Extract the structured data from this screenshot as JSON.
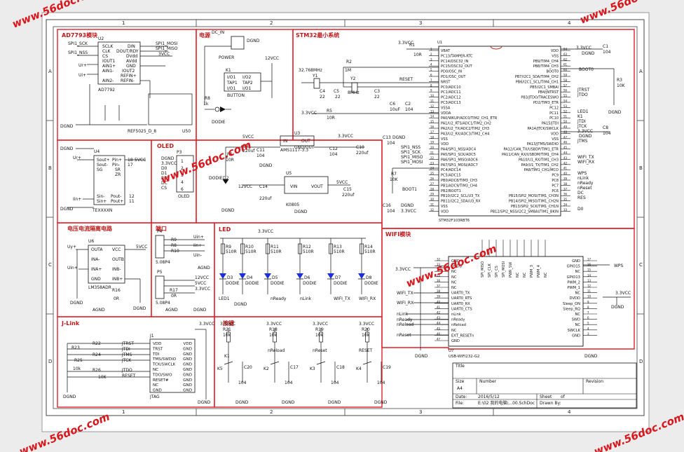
{
  "sheet": {
    "col_labels": [
      "1",
      "2",
      "3",
      "4"
    ],
    "row_labels": [
      "A",
      "B",
      "C",
      "D"
    ]
  },
  "sections": {
    "ad7793": "AD7793模块",
    "power": "电源",
    "stm32": "STM32最小系统",
    "oled": "OLED",
    "port": "端口",
    "led": "LED",
    "wifi": "WIFI模块",
    "iv": "电压电流隔离电路",
    "jlink": "J-Link",
    "keys": "按键"
  },
  "chips": {
    "u1": {
      "ref": "U1",
      "part": "STM32F103RBT6",
      "left_pins": [
        "VBAT",
        "PC13/TAMPER-RTC",
        "PC14/OSC32_IN",
        "PC15/OSC32_OUT",
        "PD0/OSC_IN",
        "PD1/OSC_OUT",
        "NRST",
        "PC0/ADC10",
        "PC1/ADC11",
        "PC2/ADC12",
        "PC3/ADC13",
        "VSSA",
        "VDDA",
        "PA0/WKUP/ADC0/TIM2_CH1_ETR",
        "PA1/U2_RTS/ADC1/TIM2_CH2",
        "PA2/U2_TX/ADC2/TIM2_CH3",
        "PA3/U2_RX/ADC3/TIM2_CH4",
        "VSS",
        "VDD",
        "PA4/SPI1_NSS/ADC4",
        "PA5/SPI1_SCK/ADC5",
        "PA6/SPI1_MISO/ADC6",
        "PA7/SPI1_MOSI/ADC7",
        "PC4/ADC14",
        "PC5/ADC15",
        "PB0/ADC8/TIM3_CH3",
        "PB1/ADC9/TIM3_CH4",
        "PB2/BOOT1",
        "PB10/I2C2_SCL/U3_TX",
        "PB11/I2C2_SDA/U3_RX",
        "VSS",
        "VDD"
      ],
      "right_pins": [
        "VDD",
        "VSS",
        "PB9/TIM4_CH4",
        "PB8/TIM4_CH3",
        "BOOT0",
        "PB7/I2C1_SDA/TIM4_CH2",
        "PB6/I2C1_SCL/TIM4_CH1",
        "PB5/I2C1_SMBAl",
        "PB4/JNTRST",
        "PB3/JTDO/TRACESWO",
        "PD2/TIM3_ETR",
        "PC12",
        "PC11",
        "PC10",
        "PA15/JTDI",
        "PA14/JTCK/SWCLK",
        "VDD",
        "VSS",
        "PA13/JTMS/SWDIO",
        "PA12/CAN_TX/USBDP/TIM1_ETR",
        "PA11/CAN_RX/USBDM/TIM1_CH4",
        "PA10/U1_RX/TIM1_CH3",
        "PA9/U1_TX/TIM1_CH2",
        "PA8/TIM1_CH1/MCO",
        "PC9",
        "PC8",
        "PC7",
        "PC6",
        "PB15/SPI2_MOSI/TIM1_CH3N",
        "PB14/SPI2_MISO/TIM1_CH2N",
        "PB13/SPI2_SCK/TIM1_CH1N",
        "PB12/SPI2_NSS/I2C2_SMBAl/TIM1_BKIN"
      ]
    },
    "u2": {
      "ref": "U2",
      "part": "AD7792",
      "left": [
        "SCLK",
        "CLK",
        "CS",
        "IOUT1",
        "AIN1+",
        "AIN1-",
        "AIN2-"
      ],
      "right": [
        "DIN",
        "DOUT/RDY",
        "DVdd",
        "AVdd",
        "GND",
        "IOUT2",
        "REFIN+",
        "REFIN-"
      ]
    },
    "u3": {
      "ref": "U3",
      "part": "AMS1117-3.3",
      "pins": [
        "IN",
        "OUT",
        "GND/OUT"
      ]
    },
    "u4": {
      "ref": "U4",
      "part": "TEXXXXN",
      "left": [
        "Sout+",
        "Sout-",
        "SG",
        "Sin-",
        "Sin+"
      ],
      "right": [
        "Pin+",
        "Pin-",
        "SR",
        "ZR",
        "Pout-",
        "Pout+"
      ]
    },
    "u5": {
      "ref": "U5",
      "part": "K0805",
      "pins": [
        "VIN",
        "VOUT"
      ]
    },
    "u6": {
      "ref": "U6",
      "part": "LM358ADR",
      "left": [
        "OUTA",
        "INA-",
        "INA+",
        "GND"
      ],
      "right": [
        "VCC",
        "OUTB",
        "INB-",
        "INB+"
      ]
    },
    "u7": {
      "ref": "U7",
      "part": "USB-WIFI232-G2",
      "left": [
        "GND",
        "DVDD",
        "NC",
        "NC",
        "NC",
        "NC",
        "UART0_TX",
        "UART0_RTS",
        "UART0_RX",
        "UART0_CTS",
        "nLink",
        "nReady",
        "nReload",
        "NC",
        "EXT_RESETn",
        "GND"
      ],
      "right": [
        "GND",
        "GPIO15",
        "NC",
        "GPIO13",
        "PWM_2",
        "PWM_1",
        "NC",
        "DVDD",
        "Sleep_ON",
        "Sleep_RQ",
        "NC",
        "SWD",
        "NC",
        "SWCLK",
        "GND"
      ],
      "top": [
        "SPI_MISO",
        "SPI_CLK",
        "SPI_CS",
        "SPI_MOSI",
        "PWR_SW",
        "NC",
        "NC",
        "PWM_3",
        "PWM_4",
        "NC"
      ]
    },
    "u50": {
      "ref": "U50",
      "part": "REF5025_D_8"
    },
    "j1": {
      "ref": "J1",
      "part": "JTAG",
      "left": [
        "VDD",
        "TRST",
        "TDI",
        "TMS/SWDIO",
        "TCK/SWCLK",
        "NC",
        "TDO/SWO",
        "RESET#",
        "NC",
        "GND"
      ],
      "right": [
        "VDD",
        "GND",
        "GND",
        "GND",
        "GND",
        "GND",
        "GND",
        "GND",
        "GND",
        "GND"
      ]
    }
  },
  "labels": {
    "ad7793_side": [
      "SPI1_SCK",
      "SPI1_NSS",
      "Ur+",
      "Ui+"
    ],
    "ad7793_right": [
      "SPI1_MOSI",
      "SPI1_MISO",
      "3VCC"
    ],
    "u4_labels": [
      "Ur+",
      "Iin+",
      "18",
      "17",
      "5VCC"
    ],
    "power": [
      "DC_IN",
      "POWER",
      "DODIE",
      "12VCC",
      "5VCC",
      "3.3VCC",
      "220uf",
      "104"
    ],
    "oled": [
      "3.3VCC",
      "D0",
      "D1",
      "RES",
      "DC",
      "CS",
      "OLED"
    ],
    "port_p4": [
      "Uin+",
      "Iin+",
      "Uin-",
      "5.08P4"
    ],
    "port_p5": [
      "12VCC",
      "5VCC",
      "3.3VCC",
      "5.08P4"
    ],
    "led_nets": [
      "LED1",
      "nReady",
      "nLink",
      "WIFI_TX",
      "WIFI_RX"
    ],
    "jlink_nets": [
      "JTRST",
      "JTDI",
      "JTMS",
      "JTCK",
      "JTDO",
      "RESET"
    ],
    "key_nets": [
      "nReload",
      "nReset",
      "RESET"
    ],
    "stm32_left_nets": [
      "3.3VCC",
      "RESET",
      "SPI1_NSS",
      "SPI1_SCK",
      "SPI1_MISO",
      "SPI1_MOSI",
      "BOOT1",
      "3.3VCC"
    ],
    "stm32_right_nets": [
      "3.3VCC",
      "BOOT0",
      "JTRST",
      "JTDO",
      "LED1",
      "K1",
      "JTDI",
      "JTCK",
      "3.3VCC",
      "JTMS",
      "WIFI_TX",
      "WIFI_RX",
      "WPS",
      "nLink",
      "nReady",
      "nReset",
      "DC",
      "RES",
      "D0"
    ],
    "wifi_left_nets": [
      "3.3VCC",
      "WIFI_TX",
      "WIFI_RX",
      "nLink",
      "nReady",
      "nReload",
      "nReset"
    ],
    "wifi_right_nets": [
      "WPS",
      "3.3VCC"
    ]
  },
  "title_block": {
    "title_label": "Title",
    "size_label": "Size",
    "size": "A4",
    "number_label": "Number",
    "revision_label": "Revision",
    "date_label": "Date:",
    "date": "2016/5/12",
    "file_label": "File:",
    "file": "E:\\02 我的电脑\\...00.SchDoc",
    "sheet_label": "Sheet",
    "sheet_of": "of",
    "drawn_label": "Drawn By:"
  },
  "watermark": "www.56doc.com"
}
